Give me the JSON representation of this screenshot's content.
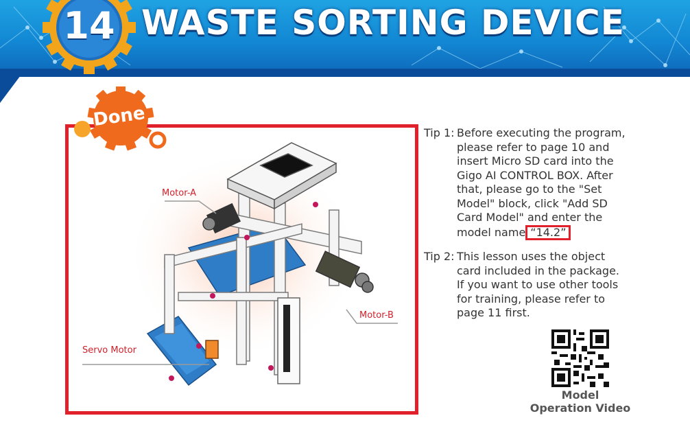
{
  "header": {
    "lesson_number": "14",
    "title": "WASTE SORTING DEVICE"
  },
  "badge": {
    "label": "Done"
  },
  "figure": {
    "labels": {
      "motor_a": "Motor-A",
      "motor_b": "Motor-B",
      "servo": "Servo Motor"
    }
  },
  "tips": [
    {
      "head": "Tip 1:",
      "lines": [
        "Before executing the program,",
        "please refer to page 10 and",
        "insert Micro SD card into the",
        "Gigo AI CONTROL BOX. After",
        "that, please go to the \"Set",
        "Model\" block, click \"Add SD",
        "Card Model\" and enter the",
        "model name"
      ],
      "model_name": "“14.2”"
    },
    {
      "head": "Tip 2:",
      "lines": [
        "This lesson uses the object",
        "card included in the package.",
        "If you want to use other tools",
        "for training, please refer to",
        "page 11 first."
      ]
    }
  ],
  "qr": {
    "caption_line1": "Model",
    "caption_line2": "Operation Video"
  },
  "colors": {
    "banner": "#1287d3",
    "frame": "#e0202a",
    "badge": "#f06a1e",
    "label": "#d2202a"
  }
}
